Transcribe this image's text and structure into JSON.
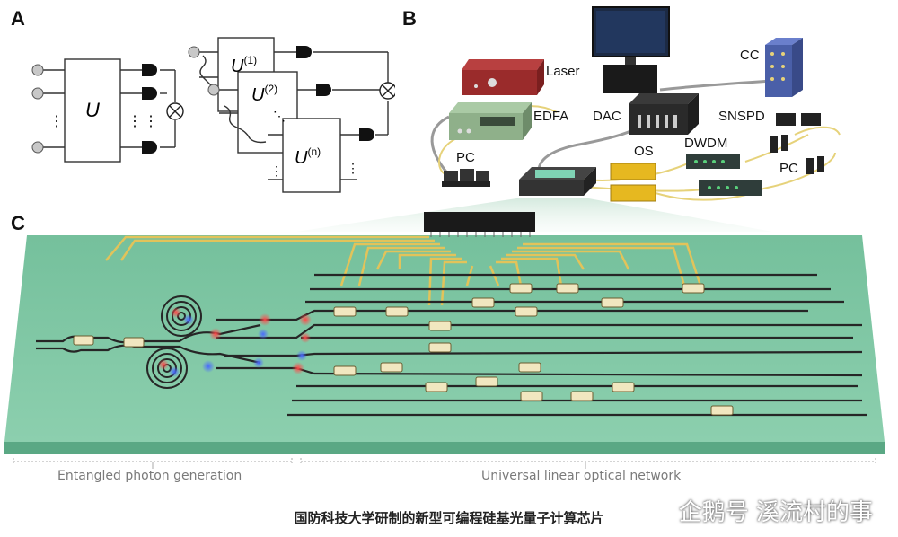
{
  "panels": {
    "a": "A",
    "b": "B",
    "c": "C"
  },
  "panel_a": {
    "single_box": "U",
    "multi_boxes": [
      "U",
      "U",
      "U"
    ],
    "multi_sups": [
      "(1)",
      "(2)",
      "(n)"
    ],
    "dots": "⋮",
    "diag_dots": "⋱"
  },
  "panel_b": {
    "laser": "Laser",
    "edfa": "EDFA",
    "pc_left": "PC",
    "dac": "DAC",
    "os": "OS",
    "dwdm": "DWDM",
    "cc": "CC",
    "snspd": "SNSPD",
    "pc_right": "PC"
  },
  "panel_c": {
    "left_label": "Entangled photon generation",
    "right_label": "Universal linear optical network"
  },
  "caption": "国防科技大学研制的新型可编程硅基光量子计算芯片",
  "watermark": "企鹅号 溪流村的事",
  "colors": {
    "chip_top": "#7fc4a2",
    "chip_side": "#5aa884",
    "waveguide": "#2b2b2b",
    "gold": "#e2c35a",
    "red_photon": "#ff3b3b",
    "blue_photon": "#3b5bff"
  }
}
